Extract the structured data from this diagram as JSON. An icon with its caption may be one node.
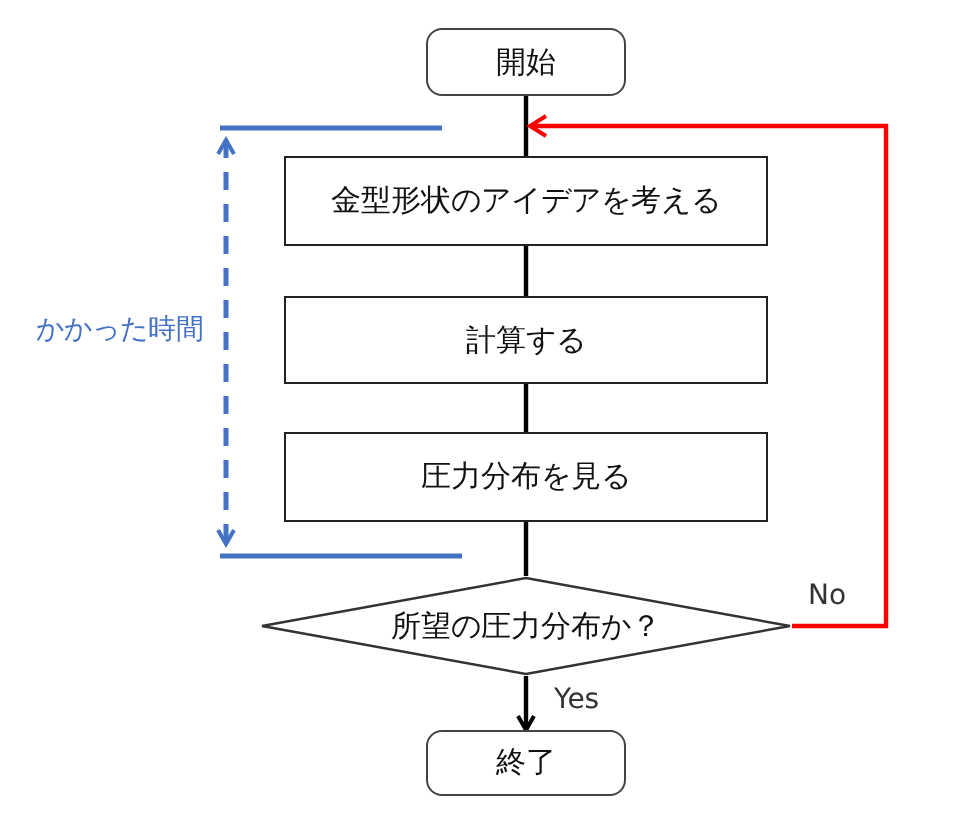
{
  "diagram": {
    "nodes": [
      {
        "text": [
          "開始"
        ]
      },
      {
        "text": [
          "金型形状のアイデアを考える"
        ]
      },
      {
        "text": [
          "計算する"
        ]
      },
      {
        "text": [
          "圧力分布を見る"
        ]
      },
      {
        "text": [
          "所望の圧力分布か？"
        ]
      },
      {
        "text": [
          "終了"
        ]
      }
    ],
    "edges": [
      {
        "from": 0,
        "to": 1,
        "arrow": "none"
      },
      {
        "from": 1,
        "to": 2,
        "arrow": "none"
      },
      {
        "from": 2,
        "to": 3,
        "arrow": "none"
      },
      {
        "from": 3,
        "to": 4,
        "arrow": "none"
      },
      {
        "from": 4,
        "to": 5,
        "arrow": "to",
        "label": "Yes"
      },
      {
        "from": 4,
        "to": 1,
        "arrow": "to",
        "label": "No",
        "color": "#ff0000"
      }
    ],
    "labels": [
      "かかった時間"
    ]
  }
}
